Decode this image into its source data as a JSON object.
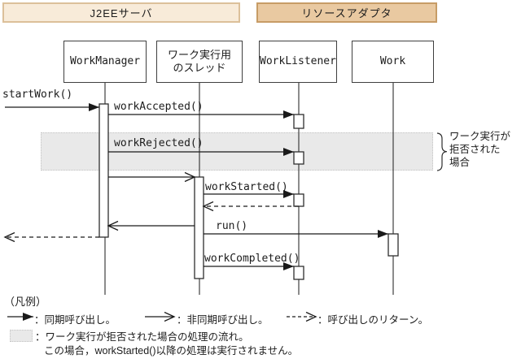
{
  "groups": {
    "j2ee": "J2EEサーバ",
    "ra": "リソースアダプタ"
  },
  "lifelines": {
    "wm": "WorkManager",
    "thread1": "ワーク実行用",
    "thread2": "のスレッド",
    "wl": "WorkListener",
    "work": "Work"
  },
  "messages": {
    "startWork": "startWork()",
    "workAccepted": "workAccepted()",
    "workRejected": "workRejected()",
    "workStarted": "workStarted()",
    "run": "run()",
    "workCompleted": "workCompleted()"
  },
  "annotation": {
    "l1": "ワーク実行が",
    "l2": "拒否された",
    "l3": "場合"
  },
  "legend": {
    "title": "（凡例）",
    "sync": "：同期呼び出し。",
    "async": "：非同期呼び出し。",
    "ret": "：呼び出しのリターン。",
    "band1": "：ワーク実行が拒否された場合の処理の流れ。",
    "band2": "この場合，workStarted()以降の処理は実行されません。"
  },
  "colors": {
    "j2ee_header_fill": "#f8ebd9",
    "j2ee_header_border": "#dcc09a",
    "ra_header_fill": "#e9c9a1",
    "ra_header_border": "#c79c66",
    "rejected_band_fill": "#e9e9e9",
    "line": "#2e2e2e"
  }
}
